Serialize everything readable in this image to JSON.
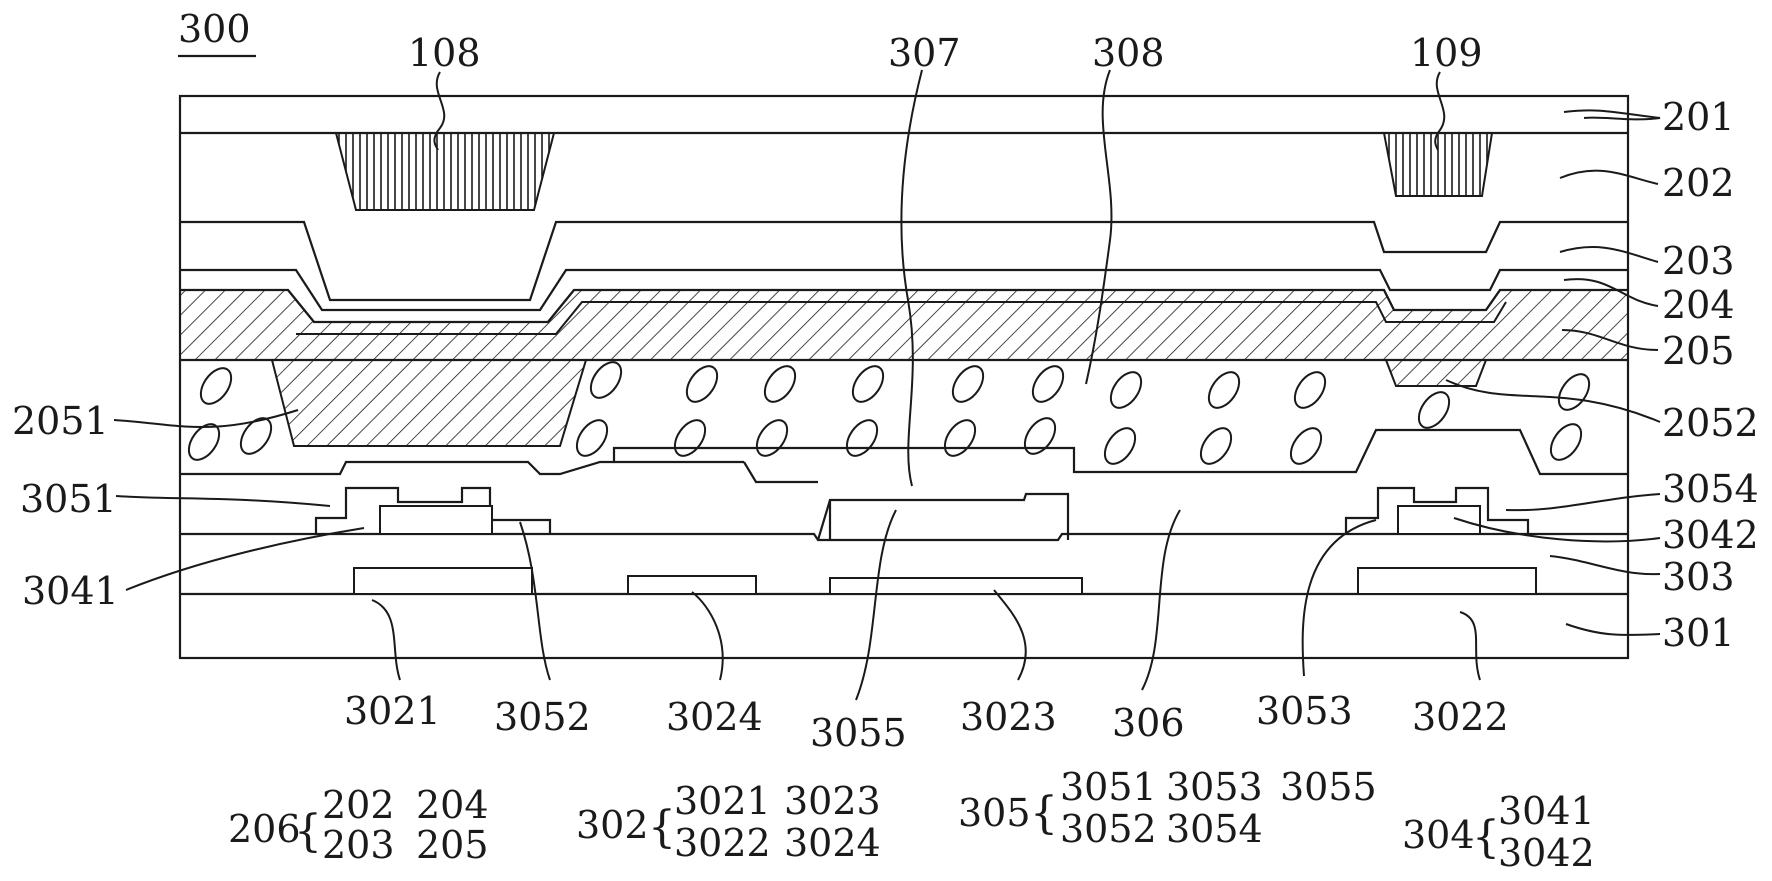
{
  "figure_label": "300",
  "top_labels": {
    "l108": "108",
    "l307": "307",
    "l308": "308",
    "l109": "109"
  },
  "right_labels": {
    "l201": "201",
    "l202": "202",
    "l203": "203",
    "l204": "204",
    "l205": "205",
    "l2052": "2052",
    "l3054": "3054",
    "l3042": "3042",
    "l303": "303",
    "l301": "301"
  },
  "left_labels": {
    "l2051": "2051",
    "l3051": "3051",
    "l3041": "3041"
  },
  "bottom_labels": {
    "l3021": "3021",
    "l3052": "3052",
    "l3024": "3024",
    "l3055": "3055",
    "l3023": "3023",
    "l306": "306",
    "l3053": "3053",
    "l3022": "3022"
  },
  "legend": {
    "g206": {
      "name": "206",
      "items": [
        "202",
        "204",
        "203",
        "205"
      ]
    },
    "g302": {
      "name": "302",
      "items": [
        "3021",
        "3023",
        "3022",
        "3024"
      ]
    },
    "g305": {
      "name": "305",
      "items": [
        "3051",
        "3053",
        "3055",
        "3052",
        "3054"
      ]
    },
    "g304": {
      "name": "304",
      "items": [
        "3041",
        "3042"
      ]
    }
  }
}
